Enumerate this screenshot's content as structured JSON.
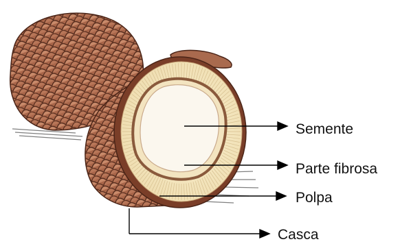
{
  "diagram": {
    "labels": {
      "semente": "Semente",
      "parte_fibrosa": "Parte fibrosa",
      "polpa": "Polpa",
      "casca": "Casca"
    }
  }
}
